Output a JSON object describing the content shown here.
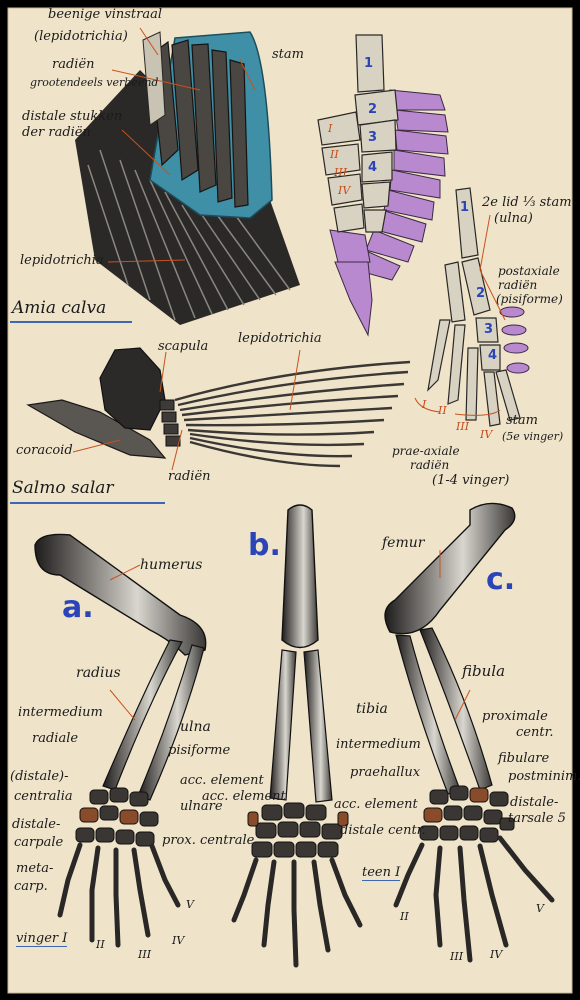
{
  "colors": {
    "paper": "#efe4ca",
    "bone": "#d8d2c2",
    "dark": "#2a2826",
    "teal": "#3f8fa6",
    "violet": "#b889cf",
    "leader": "#c8521d",
    "underline": "#3c67b4",
    "letter": "#2b45b8"
  },
  "species": {
    "amia": "Amia calva",
    "salmo": "Salmo salar"
  },
  "amia": {
    "label_vinstraal": "beenige vinstraal",
    "label_lepidotrichia_paren": "(lepidotrichia)",
    "label_radien": "radiën",
    "label_verbeend": "grootendeels verbeend",
    "label_distale": "distale stukken",
    "label_der_radien": "der radiën",
    "label_stam": "stam",
    "label_lepidotrichia": "lepidotrichia"
  },
  "archi": {
    "numbers": [
      "1",
      "2",
      "3",
      "4"
    ],
    "roman": [
      "I",
      "II",
      "III",
      "IV"
    ]
  },
  "limb": {
    "label_2elid": "2e lid ⅓ stam",
    "label_ulna_paren": "(ulna)",
    "label_postaxiale": "postaxiale",
    "label_radien": "radiën",
    "label_pisiforme_paren": "(pisiforme)",
    "numbers": [
      "1",
      "2",
      "3",
      "4"
    ],
    "roman": [
      "I",
      "II",
      "III",
      "IV"
    ],
    "label_stam": "stam",
    "label_5vinger": "(5e vinger)",
    "label_praeaxiale": "prae-axiale",
    "label_radien2": "radiën",
    "label_14vinger": "(1-4 vinger)"
  },
  "salmo": {
    "label_scapula": "scapula",
    "label_lepidotrichia": "lepidotrichia",
    "label_coracoid": "coracoid",
    "label_radien": "radiën"
  },
  "forelimb": {
    "letter": "a.",
    "labels": {
      "humerus": "humerus",
      "radius": "radius",
      "intermedium": "intermedium",
      "ulna": "ulna",
      "radiale": "radiale",
      "pisiforme": "pisiforme",
      "distale_paren": "(distale)-",
      "acc_element": "acc. element",
      "centralia": "centralia",
      "ulnare": "ulnare",
      "distale_dash": "distale-",
      "prox_centrale": "prox. centrale",
      "carpale": "carpale",
      "meta": "meta-",
      "carp": "carp.",
      "vinger": "vinger I"
    },
    "roman": [
      "II",
      "III",
      "IV",
      "V"
    ]
  },
  "middle": {
    "letter": "b.",
    "labels": {
      "acc_element": "acc. element",
      "distale_centr": "distale centr.",
      "teen": "teen I"
    }
  },
  "hindlimb": {
    "letter": "c.",
    "labels": {
      "femur": "femur",
      "fibula": "fibula",
      "tibia": "tibia",
      "proximale": "proximale",
      "centr": "centr.",
      "intermedium": "intermedium",
      "fibulare": "fibulare",
      "praehallux": "praehallux",
      "postminim": "postminim.",
      "acc_element": "acc. element",
      "distale_centr": "distale centr.",
      "distale": "distale-",
      "tarsale5": "tarsale 5"
    },
    "roman": [
      "II",
      "III",
      "IV",
      "V"
    ]
  }
}
